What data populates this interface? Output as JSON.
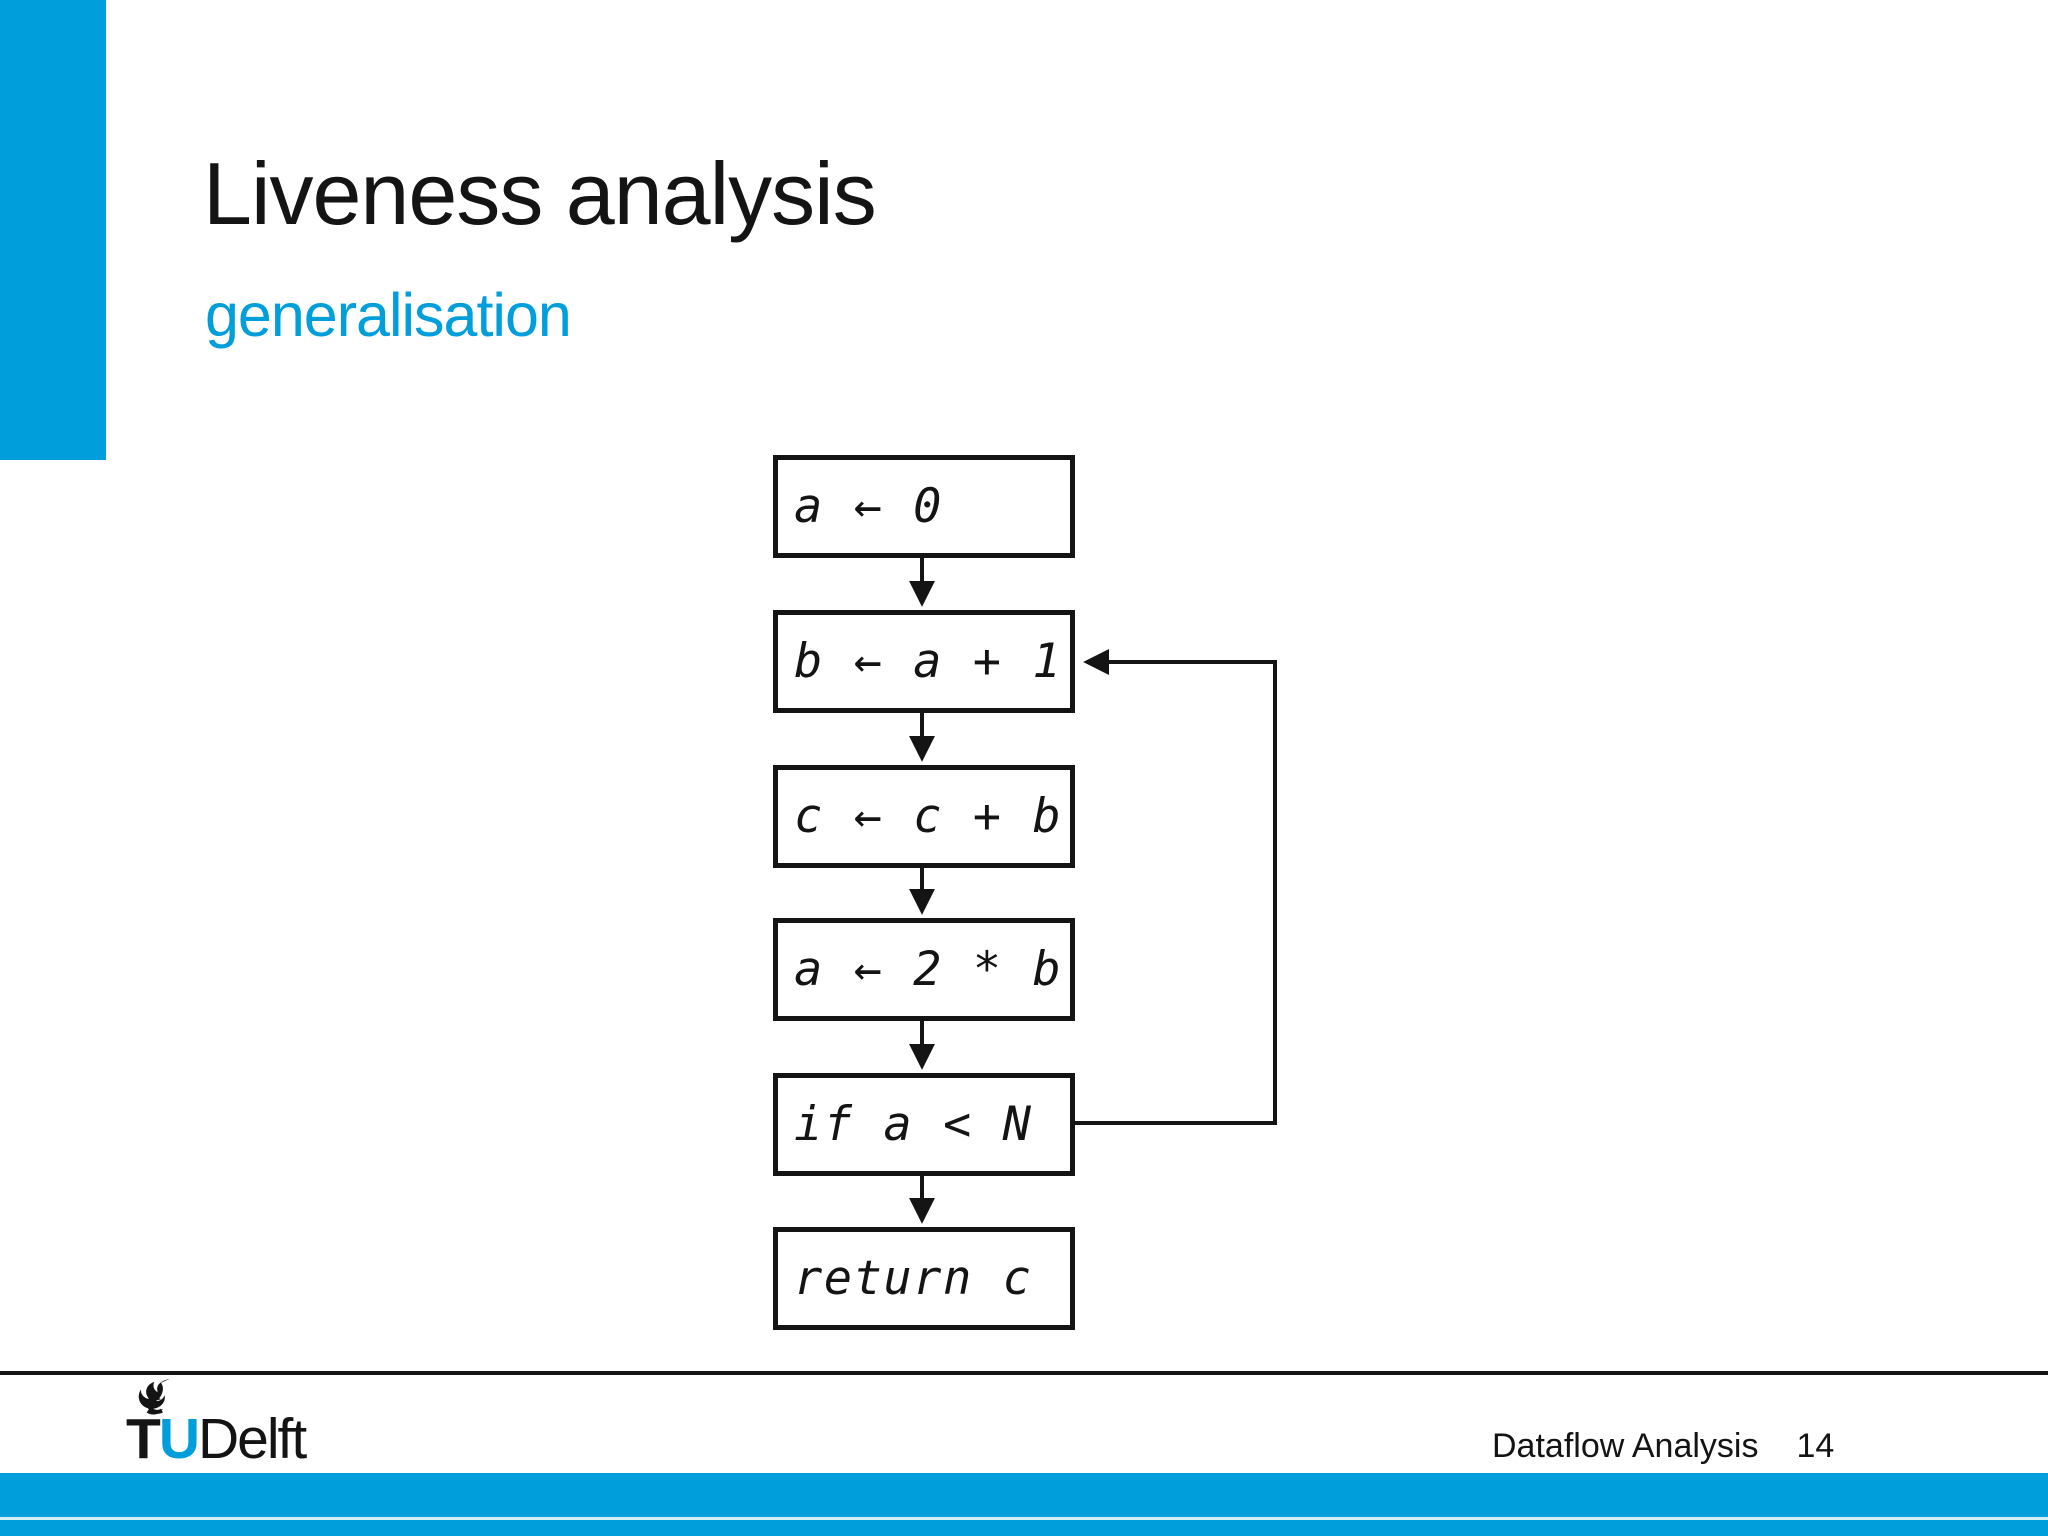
{
  "slide": {
    "title": "Liveness analysis",
    "subtitle": "generalisation",
    "accent_color": "#009FDB",
    "ink_color": "#141414"
  },
  "flowchart": {
    "nodes": [
      {
        "id": "n1",
        "label": "a ← 0"
      },
      {
        "id": "n2",
        "label": "b ← a + 1"
      },
      {
        "id": "n3",
        "label": "c ← c + b"
      },
      {
        "id": "n4",
        "label": "a ← 2 * b"
      },
      {
        "id": "n5",
        "label": "if a < N"
      },
      {
        "id": "n6",
        "label": "return c"
      }
    ],
    "edges": [
      {
        "from": "a ← 0",
        "to": "b ← a + 1",
        "type": "down-arrow"
      },
      {
        "from": "b ← a + 1",
        "to": "c ← c + b",
        "type": "down-arrow"
      },
      {
        "from": "c ← c + b",
        "to": "a ← 2 * b",
        "type": "down-arrow"
      },
      {
        "from": "a ← 2 * b",
        "to": "if a < N",
        "type": "down-arrow"
      },
      {
        "from": "if a < N",
        "to": "return c",
        "type": "down-arrow"
      },
      {
        "from": "if a < N",
        "to": "b ← a + 1",
        "type": "loop-back-right-arrow"
      }
    ]
  },
  "footer": {
    "course": "Dataflow Analysis",
    "page_number": "14",
    "logo": {
      "t": "T",
      "u": "U",
      "rest": "Delft"
    }
  }
}
